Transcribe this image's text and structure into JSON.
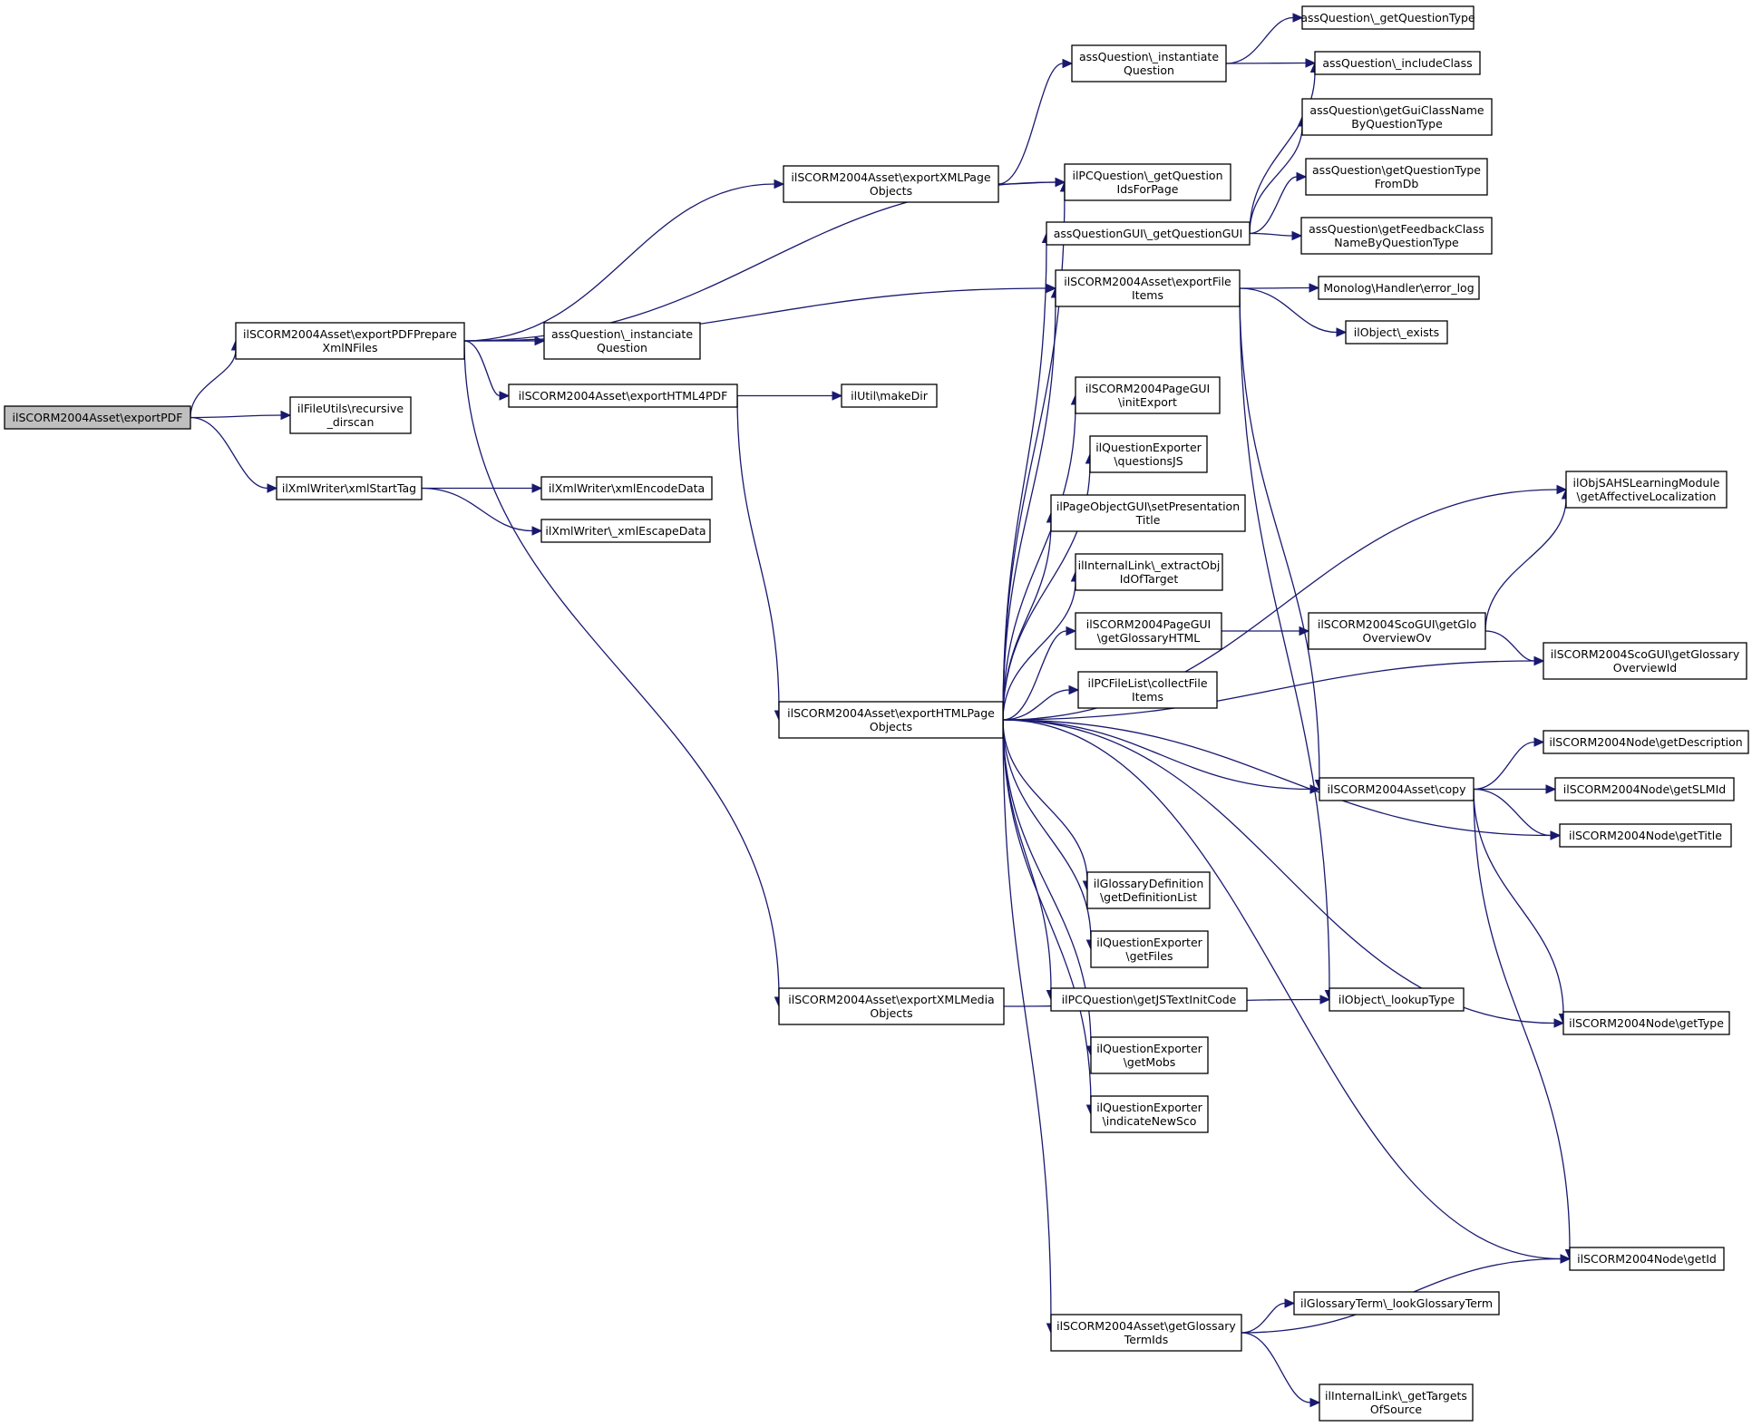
{
  "diagram": {
    "type": "call-graph",
    "colors": {
      "edge": "#191970",
      "node_border": "#000000",
      "root_fill": "#bfbfbf",
      "node_fill": "#ffffff"
    },
    "nodes": [
      {
        "id": "root",
        "lines": [
          "ilSCORM2004Asset\\exportPDF"
        ],
        "root": true
      },
      {
        "id": "pdfPrep",
        "lines": [
          "ilSCORM2004Asset\\exportPDFPrepare",
          "XmlNFiles"
        ]
      },
      {
        "id": "recDir",
        "lines": [
          "ilFileUtils\\recursive",
          "_dirscan"
        ]
      },
      {
        "id": "xmlStart",
        "lines": [
          "ilXmlWriter\\xmlStartTag"
        ]
      },
      {
        "id": "xmlEnc",
        "lines": [
          "ilXmlWriter\\xmlEncodeData"
        ]
      },
      {
        "id": "xmlEsc",
        "lines": [
          "ilXmlWriter\\_xmlEscapeData"
        ]
      },
      {
        "id": "aqInstanciate",
        "lines": [
          "assQuestion\\_instanciate",
          "Question"
        ]
      },
      {
        "id": "html4pdf",
        "lines": [
          "ilSCORM2004Asset\\exportHTML4PDF"
        ]
      },
      {
        "id": "makeDir",
        "lines": [
          "ilUtil\\makeDir"
        ]
      },
      {
        "id": "xmlPage",
        "lines": [
          "ilSCORM2004Asset\\exportXMLPage",
          "Objects"
        ]
      },
      {
        "id": "aqInstantiate",
        "lines": [
          "assQuestion\\_instantiate",
          "Question"
        ]
      },
      {
        "id": "aqGetType",
        "lines": [
          "assQuestion\\_getQuestionType"
        ]
      },
      {
        "id": "aqInclude",
        "lines": [
          "assQuestion\\_includeClass"
        ]
      },
      {
        "id": "aqGuiClass",
        "lines": [
          "assQuestion\\getGuiClassName",
          "ByQuestionType"
        ]
      },
      {
        "id": "aqTypeDb",
        "lines": [
          "assQuestion\\getQuestionType",
          "FromDb"
        ]
      },
      {
        "id": "aqFeedback",
        "lines": [
          "assQuestion\\getFeedbackClass",
          "NameByQuestionType"
        ]
      },
      {
        "id": "pcqIds",
        "lines": [
          "ilPCQuestion\\_getQuestion",
          "IdsForPage"
        ]
      },
      {
        "id": "aqgGui",
        "lines": [
          "assQuestionGUI\\_getQuestionGUI"
        ]
      },
      {
        "id": "fileItems",
        "lines": [
          "ilSCORM2004Asset\\exportFile",
          "Items"
        ]
      },
      {
        "id": "monolog",
        "lines": [
          "Monolog\\Handler\\error_log"
        ]
      },
      {
        "id": "objExists",
        "lines": [
          "ilObject\\_exists"
        ]
      },
      {
        "id": "initExport",
        "lines": [
          "ilSCORM2004PageGUI",
          "\\initExport"
        ]
      },
      {
        "id": "qeJs",
        "lines": [
          "ilQuestionExporter",
          "\\questionsJS"
        ]
      },
      {
        "id": "pogTitle",
        "lines": [
          "ilPageObjectGUI\\setPresentation",
          "Title"
        ]
      },
      {
        "id": "ilExtract",
        "lines": [
          "ilInternalLink\\_extractObj",
          "IdOfTarget"
        ]
      },
      {
        "id": "glossHtml",
        "lines": [
          "ilSCORM2004PageGUI",
          "\\getGlossaryHTML"
        ]
      },
      {
        "id": "pcfList",
        "lines": [
          "ilPCFileList\\collectFile",
          "Items"
        ]
      },
      {
        "id": "htmlPage",
        "lines": [
          "ilSCORM2004Asset\\exportHTMLPage",
          "Objects"
        ]
      },
      {
        "id": "scoGlo",
        "lines": [
          "ilSCORM2004ScoGUI\\getGlo",
          "OverviewOv"
        ]
      },
      {
        "id": "sahsLoc",
        "lines": [
          "ilObjSAHSLearningModule",
          "\\getAffectiveLocalization"
        ]
      },
      {
        "id": "scoGloId",
        "lines": [
          "ilSCORM2004ScoGUI\\getGlossary",
          "OverviewId"
        ]
      },
      {
        "id": "copy",
        "lines": [
          "ilSCORM2004Asset\\copy"
        ]
      },
      {
        "id": "nodeDesc",
        "lines": [
          "ilSCORM2004Node\\getDescription"
        ]
      },
      {
        "id": "nodeSlm",
        "lines": [
          "ilSCORM2004Node\\getSLMId"
        ]
      },
      {
        "id": "nodeTitle",
        "lines": [
          "ilSCORM2004Node\\getTitle"
        ]
      },
      {
        "id": "glossDef",
        "lines": [
          "ilGlossaryDefinition",
          "\\getDefinitionList"
        ]
      },
      {
        "id": "qeFiles",
        "lines": [
          "ilQuestionExporter",
          "\\getFiles"
        ]
      },
      {
        "id": "pcqJs",
        "lines": [
          "ilPCQuestion\\getJSTextInitCode"
        ]
      },
      {
        "id": "qeMobs",
        "lines": [
          "ilQuestionExporter",
          "\\getMobs"
        ]
      },
      {
        "id": "qeSco",
        "lines": [
          "ilQuestionExporter",
          "\\indicateNewSco"
        ]
      },
      {
        "id": "xmlMedia",
        "lines": [
          "ilSCORM2004Asset\\exportXMLMedia",
          "Objects"
        ]
      },
      {
        "id": "lookupType",
        "lines": [
          "ilObject\\_lookupType"
        ]
      },
      {
        "id": "nodeType",
        "lines": [
          "ilSCORM2004Node\\getType"
        ]
      },
      {
        "id": "nodeId",
        "lines": [
          "ilSCORM2004Node\\getId"
        ]
      },
      {
        "id": "glossTerm",
        "lines": [
          "ilGlossaryTerm\\_lookGlossaryTerm"
        ]
      },
      {
        "id": "glossTermIds",
        "lines": [
          "ilSCORM2004Asset\\getGlossary",
          "TermIds"
        ]
      },
      {
        "id": "ilTargets",
        "lines": [
          "ilInternalLink\\_getTargets",
          "OfSource"
        ]
      }
    ],
    "edges": [
      [
        "root",
        "pdfPrep"
      ],
      [
        "root",
        "recDir"
      ],
      [
        "root",
        "xmlStart"
      ],
      [
        "xmlStart",
        "xmlEnc"
      ],
      [
        "xmlStart",
        "xmlEsc"
      ],
      [
        "pdfPrep",
        "xmlPage"
      ],
      [
        "pdfPrep",
        "pcqIds"
      ],
      [
        "pdfPrep",
        "fileItems"
      ],
      [
        "pdfPrep",
        "aqInstanciate"
      ],
      [
        "pdfPrep",
        "html4pdf"
      ],
      [
        "pdfPrep",
        "xmlMedia"
      ],
      [
        "html4pdf",
        "makeDir"
      ],
      [
        "html4pdf",
        "htmlPage"
      ],
      [
        "xmlPage",
        "aqInstantiate"
      ],
      [
        "xmlPage",
        "pcqIds"
      ],
      [
        "aqInstantiate",
        "aqGetType"
      ],
      [
        "aqInstantiate",
        "aqInclude"
      ],
      [
        "aqgGui",
        "aqInclude"
      ],
      [
        "aqgGui",
        "aqGuiClass"
      ],
      [
        "aqgGui",
        "aqTypeDb"
      ],
      [
        "aqgGui",
        "aqFeedback"
      ],
      [
        "fileItems",
        "monolog"
      ],
      [
        "fileItems",
        "objExists"
      ],
      [
        "fileItems",
        "copy"
      ],
      [
        "fileItems",
        "lookupType"
      ],
      [
        "htmlPage",
        "pcqIds"
      ],
      [
        "htmlPage",
        "aqgGui"
      ],
      [
        "htmlPage",
        "fileItems"
      ],
      [
        "htmlPage",
        "sahsLoc"
      ],
      [
        "htmlPage",
        "initExport"
      ],
      [
        "htmlPage",
        "qeJs"
      ],
      [
        "htmlPage",
        "pogTitle"
      ],
      [
        "htmlPage",
        "ilExtract"
      ],
      [
        "htmlPage",
        "glossHtml"
      ],
      [
        "htmlPage",
        "pcfList"
      ],
      [
        "htmlPage",
        "scoGloId"
      ],
      [
        "htmlPage",
        "copy"
      ],
      [
        "htmlPage",
        "nodeTitle"
      ],
      [
        "htmlPage",
        "glossDef"
      ],
      [
        "htmlPage",
        "qeFiles"
      ],
      [
        "htmlPage",
        "pcqJs"
      ],
      [
        "htmlPage",
        "qeMobs"
      ],
      [
        "htmlPage",
        "qeSco"
      ],
      [
        "htmlPage",
        "nodeType"
      ],
      [
        "htmlPage",
        "nodeId"
      ],
      [
        "htmlPage",
        "glossTermIds"
      ],
      [
        "glossHtml",
        "scoGlo"
      ],
      [
        "scoGlo",
        "sahsLoc"
      ],
      [
        "scoGlo",
        "scoGloId"
      ],
      [
        "copy",
        "nodeDesc"
      ],
      [
        "copy",
        "nodeSlm"
      ],
      [
        "copy",
        "nodeTitle"
      ],
      [
        "copy",
        "nodeType"
      ],
      [
        "copy",
        "nodeId"
      ],
      [
        "xmlMedia",
        "lookupType"
      ],
      [
        "glossTermIds",
        "glossTerm"
      ],
      [
        "glossTermIds",
        "nodeId"
      ],
      [
        "glossTermIds",
        "ilTargets"
      ]
    ]
  }
}
